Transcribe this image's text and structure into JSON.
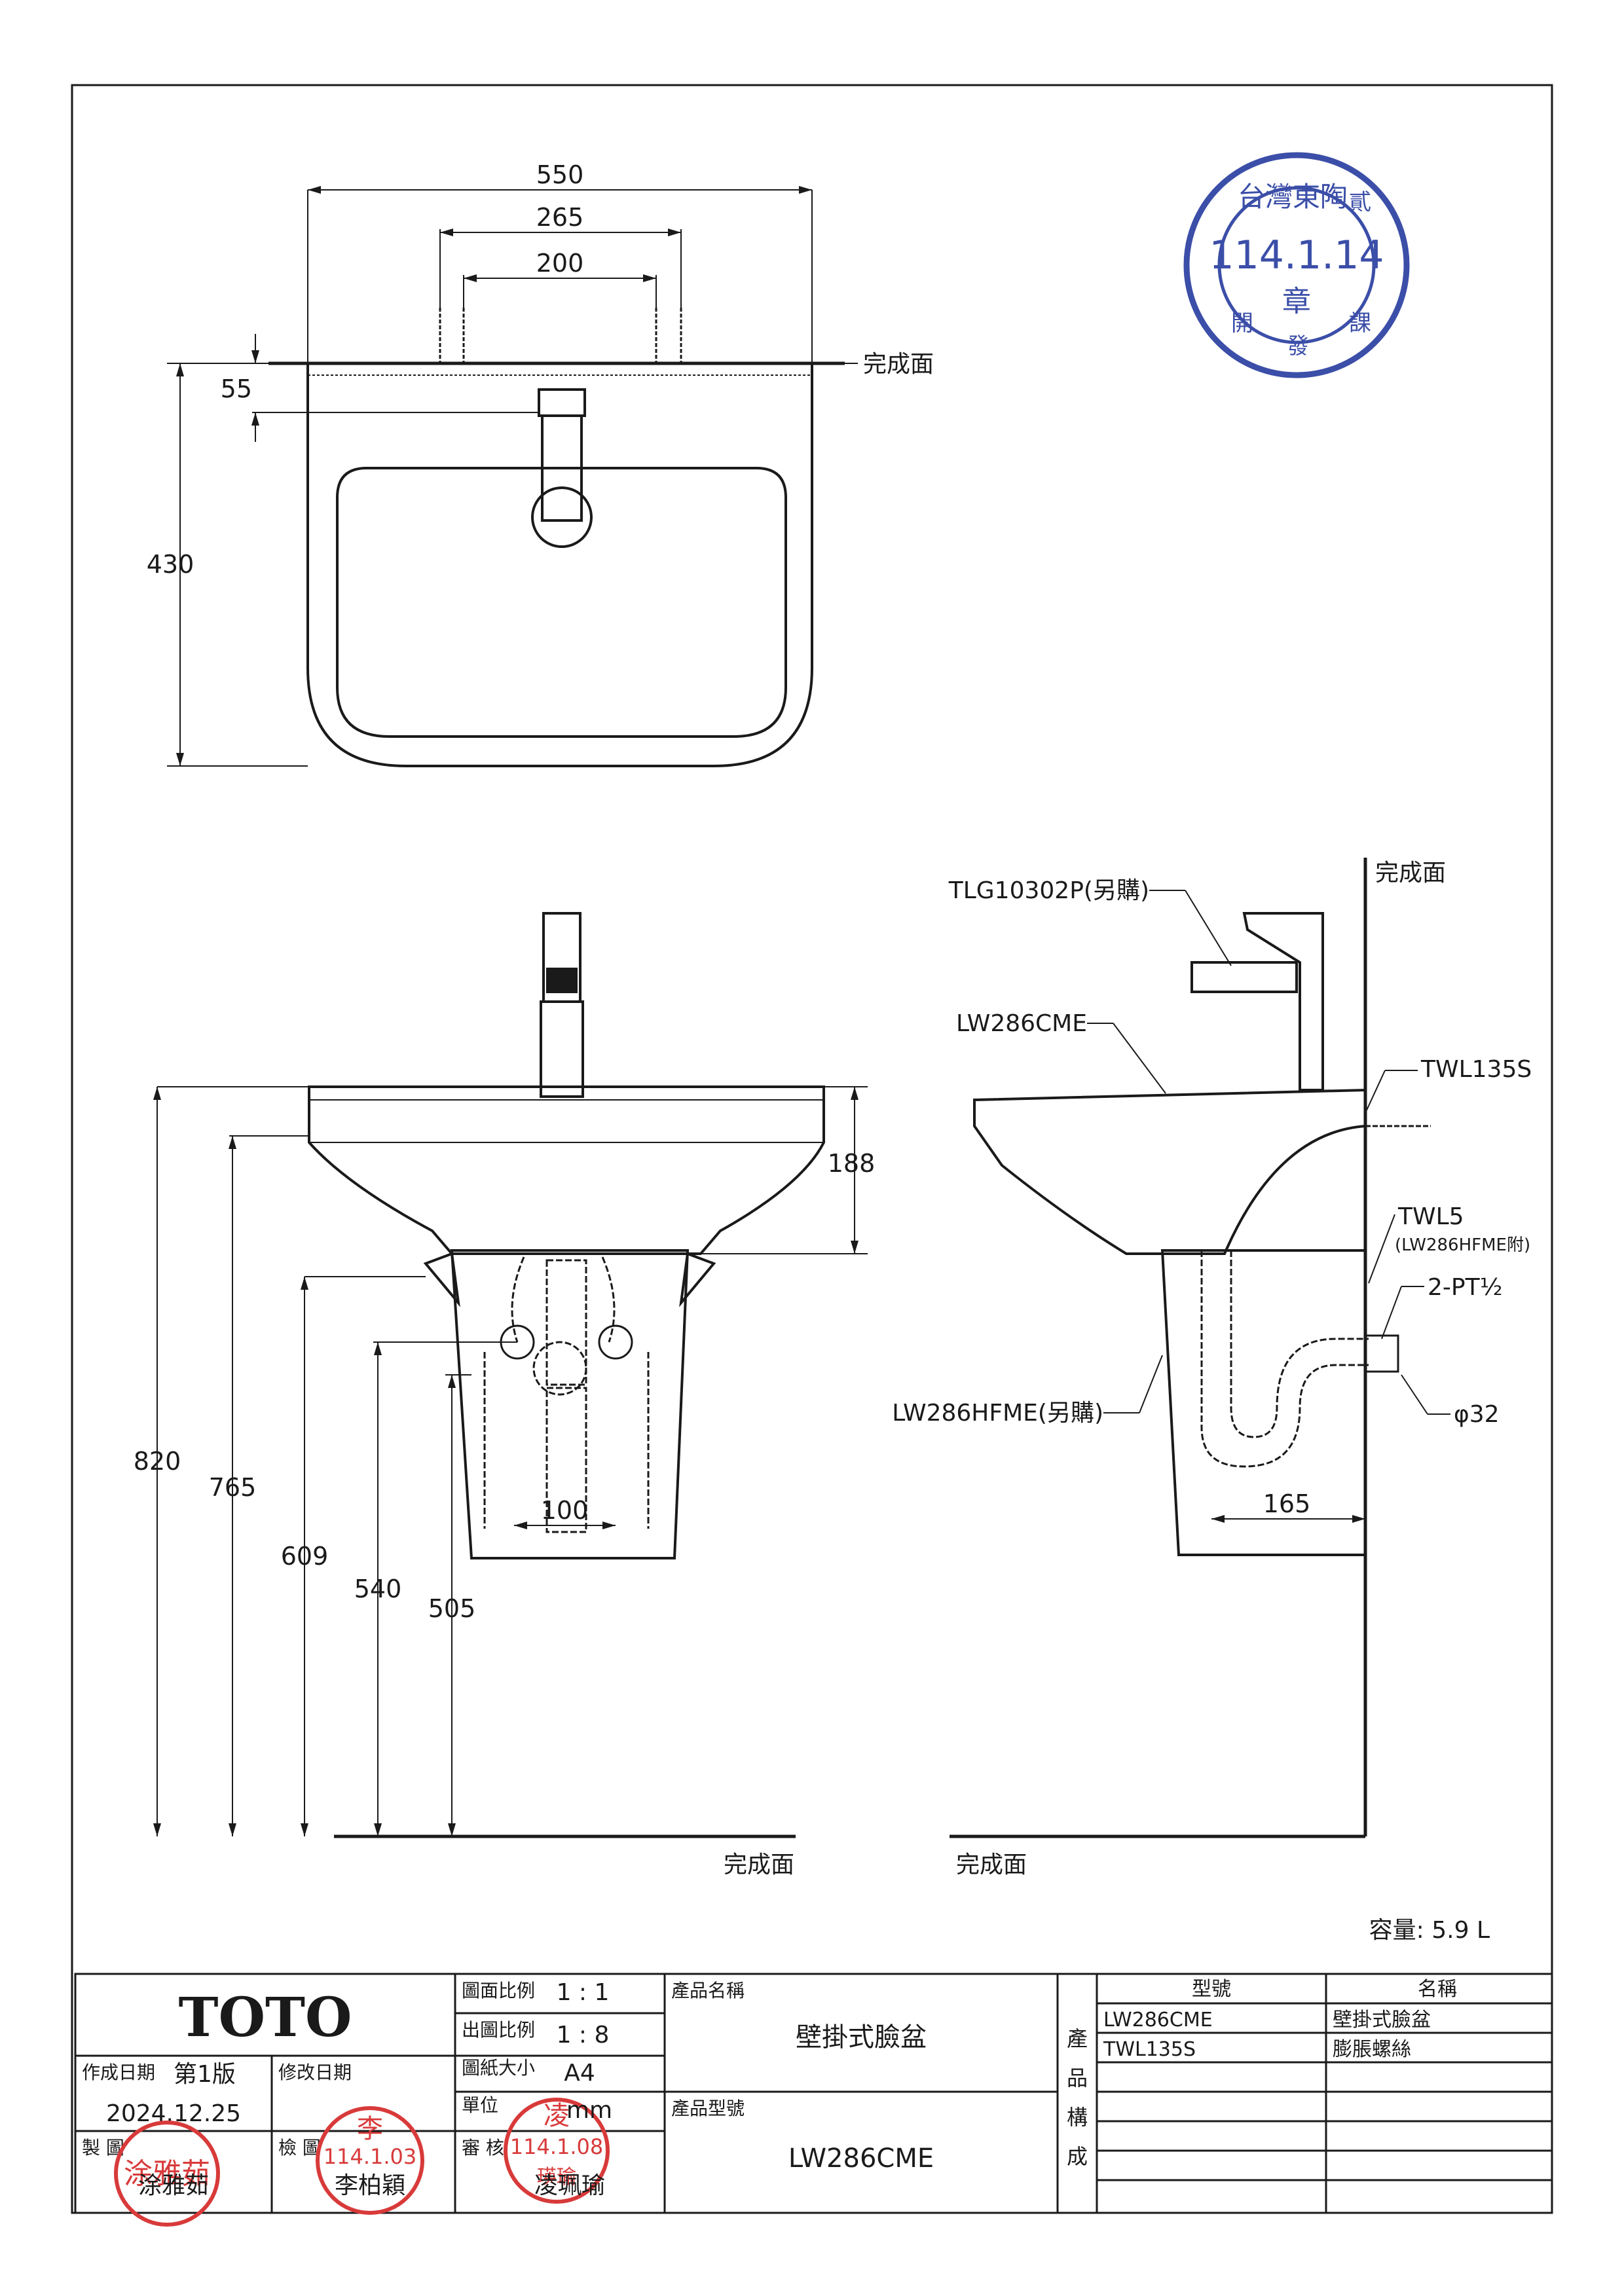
{
  "labels": {
    "finish_surface": "完成面",
    "capacity": "容量: 5.9 L"
  },
  "dimensions": {
    "top_view": {
      "overall_width": "550",
      "bolt_spacing": "265",
      "faucet_spacing": "200",
      "faucet_offset": "55",
      "depth": "430"
    },
    "front_view": {
      "total_height": "820",
      "height_765": "765",
      "height_609": "609",
      "height_540": "540",
      "height_505": "505",
      "basin_height": "188",
      "supply_spacing": "100"
    },
    "side_view": {
      "trap_offset": "165",
      "pipe_diameter": "φ32"
    }
  },
  "callouts": {
    "faucet": "TLG10302P(另購)",
    "basin": "LW286CME",
    "anchor": "TWL135S",
    "screw": "TWL5",
    "screw_note": "(LW286HFME附)",
    "thread": "2-PT½",
    "pedestal": "LW286HFME(另購)"
  },
  "stamps": {
    "approval_top": "台灣東陶",
    "approval_code": "貳",
    "approval_date": "114.1.14",
    "approval_char": "章",
    "approval_bottom_left": "開",
    "approval_bottom_mid": "發",
    "approval_bottom_right": "課",
    "maker_stamp": "涂雅茹",
    "checker_stamp_name": "李",
    "checker_stamp_date": "114.1.03",
    "reviewer_stamp_name": "凌",
    "reviewer_stamp_date": "114.1.08",
    "reviewer_stamp_bottom": "瑛瑜"
  },
  "title_block": {
    "brand": "TOTO",
    "drawing_scale_label": "圖面比例",
    "drawing_scale": "1 : 1",
    "print_scale_label": "出圖比例",
    "print_scale": "1 : 8",
    "created_label": "作成日期",
    "edition": "第1版",
    "revised_label": "修改日期",
    "paper_label": "圖紙大小",
    "paper": "A4",
    "unit_label": "單位",
    "unit": "mm",
    "created_date": "2024.12.25",
    "maker_label": "製  圖",
    "maker": "涂雅茹",
    "checker_label": "檢  圖",
    "checker": "李柏穎",
    "reviewer_label": "審  核",
    "reviewer": "凌珮瑜",
    "product_name_label": "產品名稱",
    "product_name": "壁掛式臉盆",
    "product_model_label": "產品型號",
    "product_model": "LW286CME",
    "composition_label_1": "產",
    "composition_label_2": "品",
    "composition_label_3": "構",
    "composition_label_4": "成",
    "model_col": "型號",
    "name_col": "名稱",
    "parts": [
      {
        "model": "LW286CME",
        "name": "壁掛式臉盆"
      },
      {
        "model": "TWL135S",
        "name": "膨脹螺絲"
      }
    ]
  }
}
